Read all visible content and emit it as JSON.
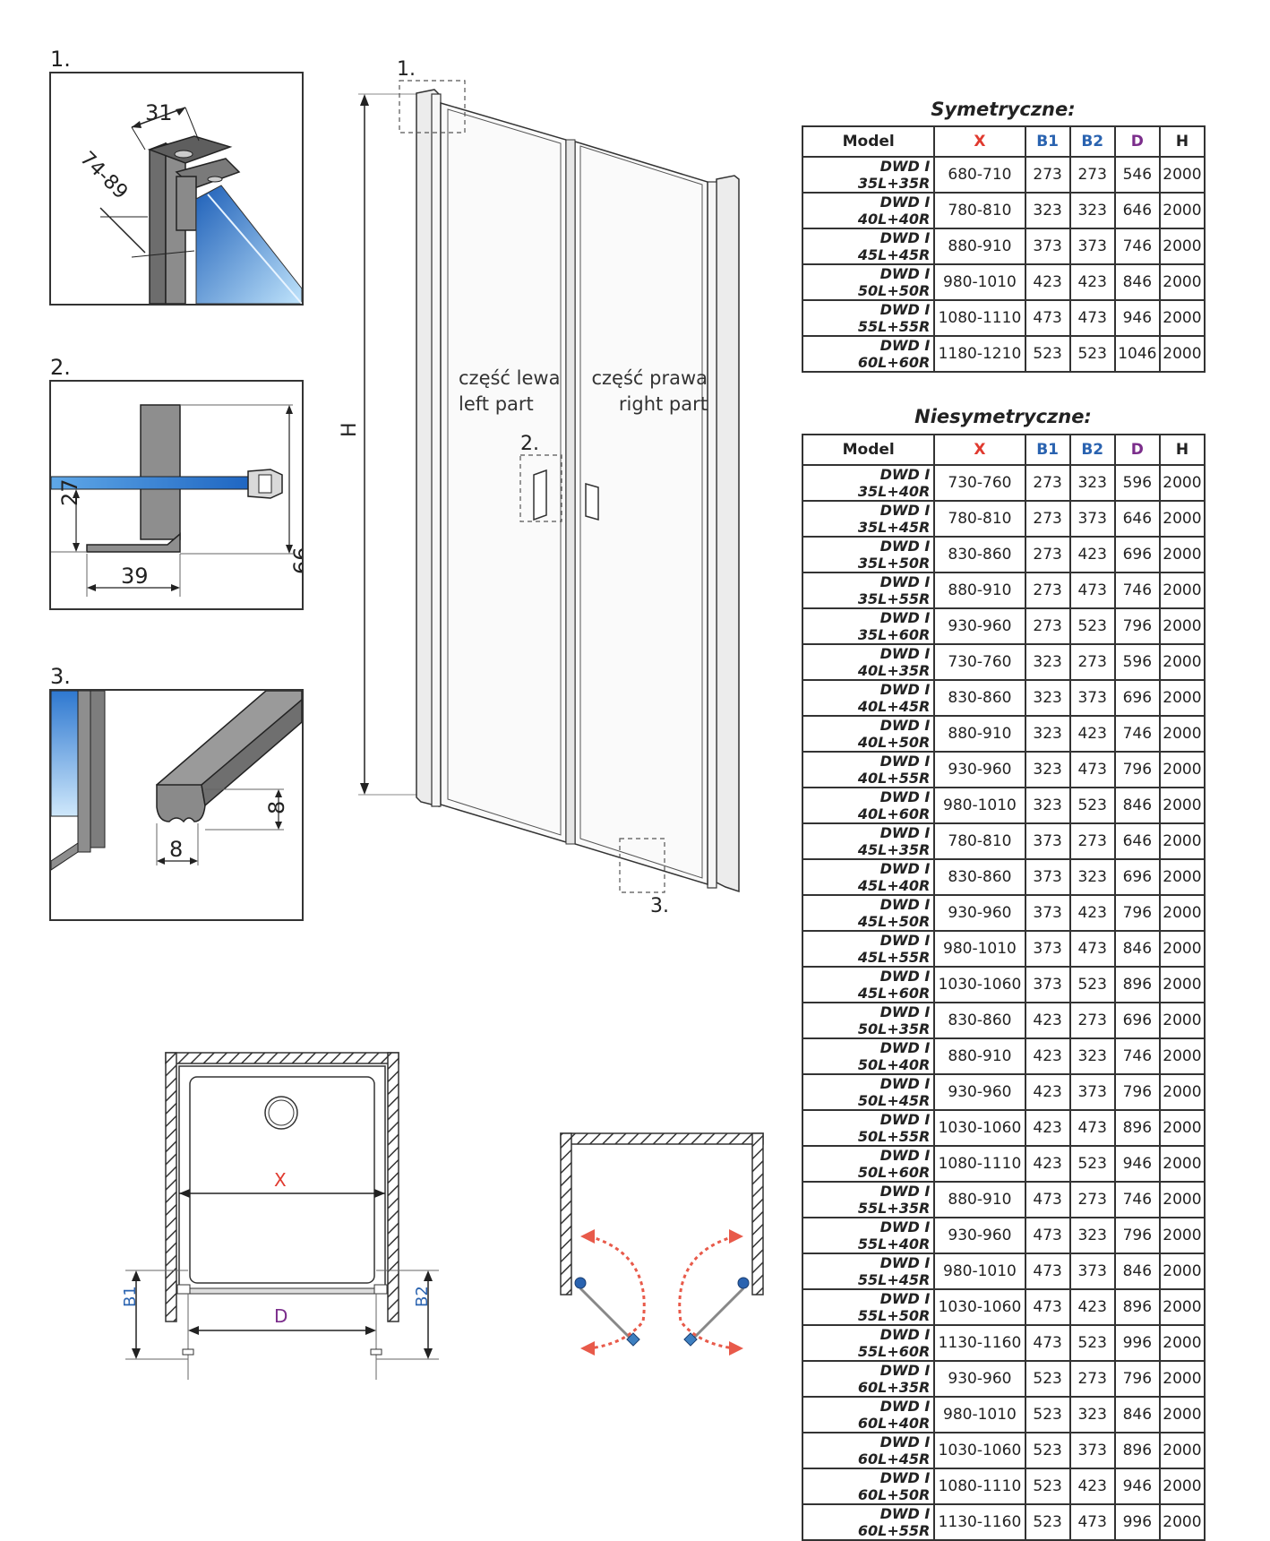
{
  "details": [
    {
      "number": "1.",
      "dims": [
        "31",
        "74-89"
      ]
    },
    {
      "number": "2.",
      "dims": [
        "27",
        "39",
        "66"
      ]
    },
    {
      "number": "3.",
      "dims": [
        "8",
        "8"
      ]
    }
  ],
  "door": {
    "callouts": [
      "1.",
      "2.",
      "3."
    ],
    "height_label": "H",
    "left_part_pl": "część lewa",
    "left_part_en": "left part",
    "right_part_pl": "część prawa",
    "right_part_en": "right part"
  },
  "plan": {
    "x_label": "X",
    "d_label": "D",
    "b1_label": "B1",
    "b2_label": "B2"
  },
  "colors": {
    "x": "#e03a2f",
    "b": "#2a63b0",
    "d": "#7b2d8b",
    "glass": "#3b8fd9",
    "swing": "#e85a4a"
  },
  "headers": [
    "Model",
    "X",
    "B1",
    "B2",
    "D",
    "H"
  ],
  "symmetric": {
    "title": "Symetryczne:",
    "rows": [
      [
        "DWD I 35L+35R",
        "680-710",
        "273",
        "273",
        "546",
        "2000"
      ],
      [
        "DWD I 40L+40R",
        "780-810",
        "323",
        "323",
        "646",
        "2000"
      ],
      [
        "DWD I 45L+45R",
        "880-910",
        "373",
        "373",
        "746",
        "2000"
      ],
      [
        "DWD I 50L+50R",
        "980-1010",
        "423",
        "423",
        "846",
        "2000"
      ],
      [
        "DWD I 55L+55R",
        "1080-1110",
        "473",
        "473",
        "946",
        "2000"
      ],
      [
        "DWD I 60L+60R",
        "1180-1210",
        "523",
        "523",
        "1046",
        "2000"
      ]
    ]
  },
  "asymmetric": {
    "title": "Niesymetryczne:",
    "rows": [
      [
        "DWD I 35L+40R",
        "730-760",
        "273",
        "323",
        "596",
        "2000"
      ],
      [
        "DWD I 35L+45R",
        "780-810",
        "273",
        "373",
        "646",
        "2000"
      ],
      [
        "DWD I 35L+50R",
        "830-860",
        "273",
        "423",
        "696",
        "2000"
      ],
      [
        "DWD I 35L+55R",
        "880-910",
        "273",
        "473",
        "746",
        "2000"
      ],
      [
        "DWD I 35L+60R",
        "930-960",
        "273",
        "523",
        "796",
        "2000"
      ],
      [
        "DWD I 40L+35R",
        "730-760",
        "323",
        "273",
        "596",
        "2000"
      ],
      [
        "DWD I 40L+45R",
        "830-860",
        "323",
        "373",
        "696",
        "2000"
      ],
      [
        "DWD I 40L+50R",
        "880-910",
        "323",
        "423",
        "746",
        "2000"
      ],
      [
        "DWD I 40L+55R",
        "930-960",
        "323",
        "473",
        "796",
        "2000"
      ],
      [
        "DWD I 40L+60R",
        "980-1010",
        "323",
        "523",
        "846",
        "2000"
      ],
      [
        "DWD I 45L+35R",
        "780-810",
        "373",
        "273",
        "646",
        "2000"
      ],
      [
        "DWD I 45L+40R",
        "830-860",
        "373",
        "323",
        "696",
        "2000"
      ],
      [
        "DWD I 45L+50R",
        "930-960",
        "373",
        "423",
        "796",
        "2000"
      ],
      [
        "DWD I 45L+55R",
        "980-1010",
        "373",
        "473",
        "846",
        "2000"
      ],
      [
        "DWD I 45L+60R",
        "1030-1060",
        "373",
        "523",
        "896",
        "2000"
      ],
      [
        "DWD I 50L+35R",
        "830-860",
        "423",
        "273",
        "696",
        "2000"
      ],
      [
        "DWD I 50L+40R",
        "880-910",
        "423",
        "323",
        "746",
        "2000"
      ],
      [
        "DWD I 50L+45R",
        "930-960",
        "423",
        "373",
        "796",
        "2000"
      ],
      [
        "DWD I 50L+55R",
        "1030-1060",
        "423",
        "473",
        "896",
        "2000"
      ],
      [
        "DWD I 50L+60R",
        "1080-1110",
        "423",
        "523",
        "946",
        "2000"
      ],
      [
        "DWD I 55L+35R",
        "880-910",
        "473",
        "273",
        "746",
        "2000"
      ],
      [
        "DWD I 55L+40R",
        "930-960",
        "473",
        "323",
        "796",
        "2000"
      ],
      [
        "DWD I 55L+45R",
        "980-1010",
        "473",
        "373",
        "846",
        "2000"
      ],
      [
        "DWD I 55L+50R",
        "1030-1060",
        "473",
        "423",
        "896",
        "2000"
      ],
      [
        "DWD I 55L+60R",
        "1130-1160",
        "473",
        "523",
        "996",
        "2000"
      ],
      [
        "DWD I 60L+35R",
        "930-960",
        "523",
        "273",
        "796",
        "2000"
      ],
      [
        "DWD I 60L+40R",
        "980-1010",
        "523",
        "323",
        "846",
        "2000"
      ],
      [
        "DWD I 60L+45R",
        "1030-1060",
        "523",
        "373",
        "896",
        "2000"
      ],
      [
        "DWD I 60L+50R",
        "1080-1110",
        "523",
        "423",
        "946",
        "2000"
      ],
      [
        "DWD I 60L+55R",
        "1130-1160",
        "523",
        "473",
        "996",
        "2000"
      ]
    ]
  }
}
